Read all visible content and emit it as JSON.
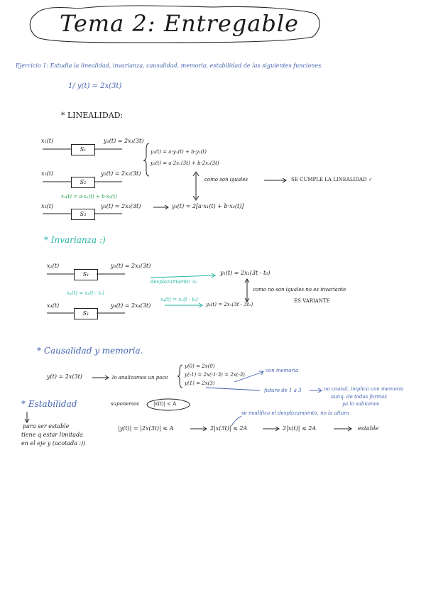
{
  "title": "Tema 2: Entregable",
  "exercise": "Ejercicio 1: Estudia la linealidad, invarianza, causalidad, memoria, estabilidad de las siguientes funciones.",
  "item1": "1/ y(t) = 2x(3t)",
  "linealidad": {
    "heading": "* LINEALIDAD:",
    "x1": "x₁(t)",
    "s1": "S₁",
    "y1": "y₁(t) = 2x₁(3t)",
    "x2": "x₂(t)",
    "s2": "S₂",
    "y2": "y₂(t) = 2x₂(3t)",
    "x3_def": "x₃(t) = a·x₁(t) + b·x₂(t)",
    "x3": "x₃(t)",
    "s3": "S₃",
    "y3": "y₃(t) = 2x₃(3t)",
    "y3_result": "y₃(t) = 2[a·x₁(t) + b·x₂(t)]",
    "brace1": "y₃(t) = a·y₁(t) + b·y₂(t)",
    "brace2": "y₃(t) = a·2x₁(3t) + b·2x₂(3t)",
    "como_iguales": "como son iguales",
    "conclusion": "SE CUMPLE LA LINEALIDAD ✓"
  },
  "invarianza": {
    "heading": "* Invarianza :)",
    "x1": "x₁(t)",
    "s1": "S₁",
    "y1": "y₁(t) = 2x₁(3t)",
    "desplazamiento": "desplazamiento -t₀",
    "y1_shift": "y₁(t) = 2x₁(3t - t₀)",
    "x4_def": "x₄(t) = x₁(t - t₀)",
    "x4": "x₄(t)",
    "s4": "S₁",
    "y4": "y₄(t) = 2x₄(3t)",
    "x4_sub": "x₄(t) = x₁(t - t₀)",
    "y4_result": "y₄(t) = 2x₁(3t - 3t₀)",
    "no_iguales": "como no son iguales no es invariante",
    "conclusion": "ES VARIANTE"
  },
  "causalidad": {
    "heading": "* Causalidad y memoria.",
    "eq": "y(t) = 2x(3t)",
    "arrow_text": "lo analizamos un poco",
    "b1": "y(0) = 2x(0)",
    "b2": "y(-1) = 2x(-1·3) = 2x(-3)",
    "b3": "y(1) = 2x(3)",
    "con_memoria": "con memoria",
    "futuro": "futuro de 1 a 3",
    "no_causal_1": "no causal, implica con memoria",
    "no_causal_2": "aunq. de todas formas",
    "no_causal_3": "ya lo sabíamos"
  },
  "estabilidad": {
    "heading": "* Estabilidad",
    "note1": "para ser estable",
    "note2": "tiene q estar limitada",
    "note3": "en el eje y (acotada :))",
    "supongamos": "suponemos",
    "bound": "|x(t)| < A",
    "modifica": "se modifica el desplazamiento, no la altura",
    "chain1": "|y(t)| = |2x(3t)| ≤ A",
    "chain2": "2|x(3t)| ≤ 2A",
    "chain3": "2|x(t)| ≤ 2A",
    "estable": "estable"
  }
}
